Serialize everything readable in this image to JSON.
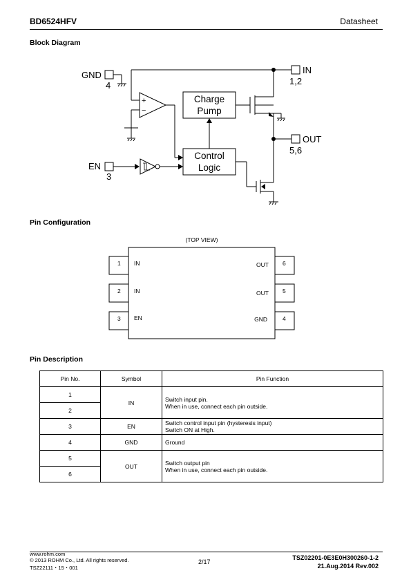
{
  "header": {
    "part_number": "BD6524HFV",
    "doc_type": "Datasheet"
  },
  "sections": {
    "block_diagram": "Block Diagram",
    "pin_configuration": "Pin Configuration",
    "pin_description": "Pin Description"
  },
  "block_diagram": {
    "gnd_label": "GND",
    "gnd_pin": "4",
    "en_label": "EN",
    "en_pin": "3",
    "in_label": "IN",
    "in_pins": "1,2",
    "out_label": "OUT",
    "out_pins": "5,6",
    "charge_pump_line1": "Charge",
    "charge_pump_line2": "Pump",
    "control_logic_line1": "Control",
    "control_logic_line2": "Logic",
    "opamp_plus": "+",
    "opamp_minus": "−"
  },
  "pin_configuration": {
    "view_label": "(TOP VIEW)",
    "left_pins": [
      {
        "num": "1",
        "name": "IN"
      },
      {
        "num": "2",
        "name": "IN"
      },
      {
        "num": "3",
        "name": "EN"
      }
    ],
    "right_pins": [
      {
        "num": "6",
        "name": "OUT"
      },
      {
        "num": "5",
        "name": "OUT"
      },
      {
        "num": "4",
        "name": "GND"
      }
    ]
  },
  "pin_description": {
    "headers": [
      "Pin No.",
      "Symbol",
      "Pin Function"
    ],
    "rows": [
      {
        "pin": "1",
        "symbol": "IN",
        "func1": "Switch input pin.",
        "func2": "When in use, connect each pin outside."
      },
      {
        "pin": "2"
      },
      {
        "pin": "3",
        "symbol": "EN",
        "func1": "Switch control input pin (hysteresis input)",
        "func2": "Switch ON at High."
      },
      {
        "pin": "4",
        "symbol": "GND",
        "func1": "Ground"
      },
      {
        "pin": "5",
        "symbol": "OUT",
        "func1": "Switch output pin",
        "func2": "When in use, connect each pin outside."
      },
      {
        "pin": "6"
      }
    ]
  },
  "footer": {
    "website": "www.rohm.com",
    "copyright": "© 2013 ROHM Co., Ltd. All rights reserved.",
    "doc_code_small": "TSZ22111・15・001",
    "page": "2/17",
    "doc_id": "TSZ02201-0E3E0H300260-1-2",
    "date_rev": "21.Aug.2014 Rev.002"
  }
}
